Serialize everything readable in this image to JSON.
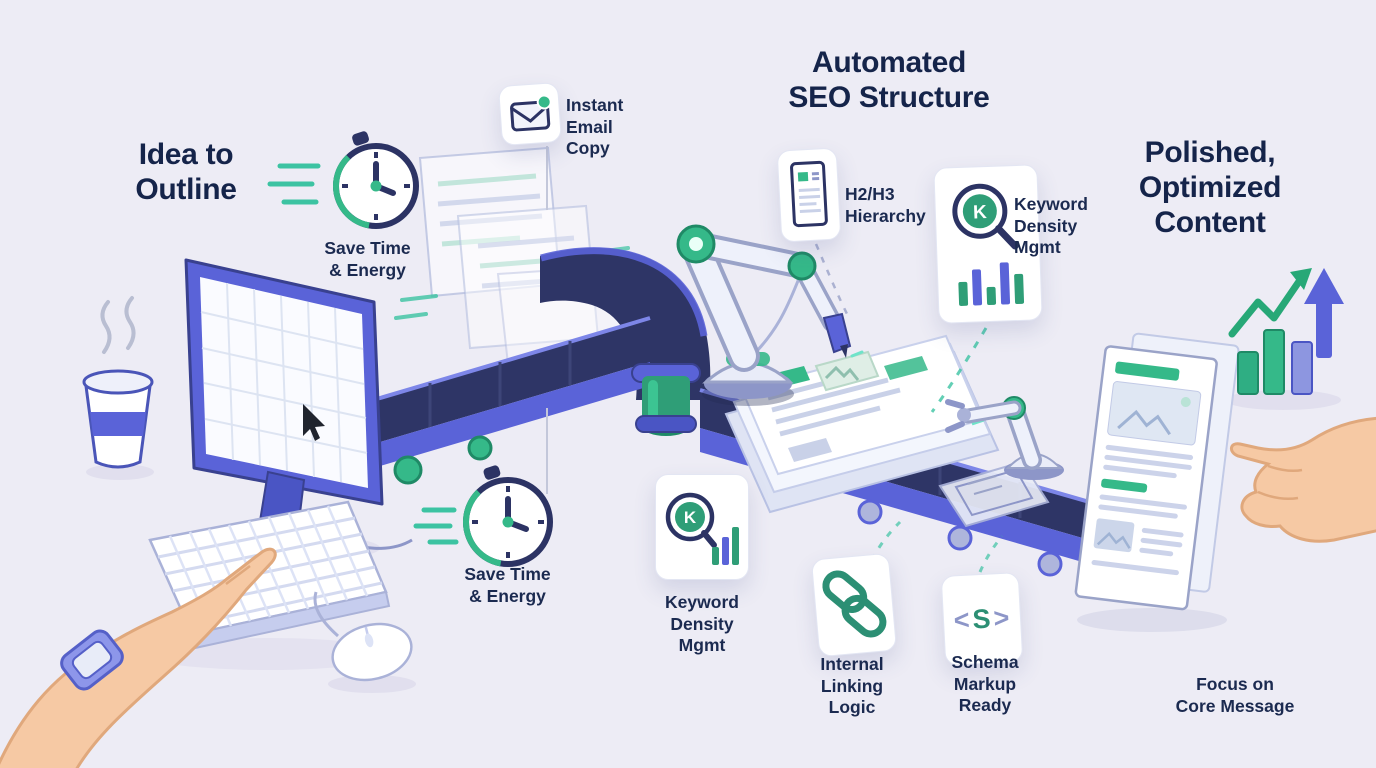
{
  "page": {
    "background": "#edecf5"
  },
  "headings": {
    "stage1": "Idea to\nOutline",
    "stage2": "Automated\nSEO Structure",
    "stage3": "Polished,\nOptimized\nContent"
  },
  "callouts": {
    "save_time_top": "Save Time\n& Energy",
    "instant_email": "Instant\nEmail\nCopy",
    "h2_h3": "H2/H3\nHierarchy",
    "keyword_density_top": "Keyword\nDensity\nMgmt",
    "save_time_bottom": "Save Time\n& Energy",
    "keyword_density_bottom": "Keyword\nDensity\nMgmt",
    "internal_linking": "Internal\nLinking\nLogic",
    "schema_markup": "Schema\nMarkup\nReady",
    "focus_core": "Focus on\nCore Message"
  },
  "icons": {
    "k_letter": "K",
    "schema_open": "<",
    "schema_letter": "S",
    "schema_close": ">",
    "names": [
      "clock-icon",
      "envelope-icon",
      "document-icon",
      "keyword-magnifier-icon",
      "bar-chart-icon",
      "chain-link-icon",
      "schema-code-icon",
      "growth-chart-icon",
      "robot-arm",
      "conveyor-belt",
      "monitor",
      "keyboard",
      "mouse",
      "coffee-cup-icon",
      "cursor-icon",
      "smartwatch-icon",
      "pointing-hand"
    ]
  },
  "colors": {
    "heading_text": "#15244a",
    "accent_green": "#2f9e77",
    "accent_teal": "#3cc3a2",
    "accent_purple": "#5a63d8",
    "belt_dark": "#2e3566",
    "outline_navy": "#2c3364",
    "skin": "#f6c9a4"
  }
}
